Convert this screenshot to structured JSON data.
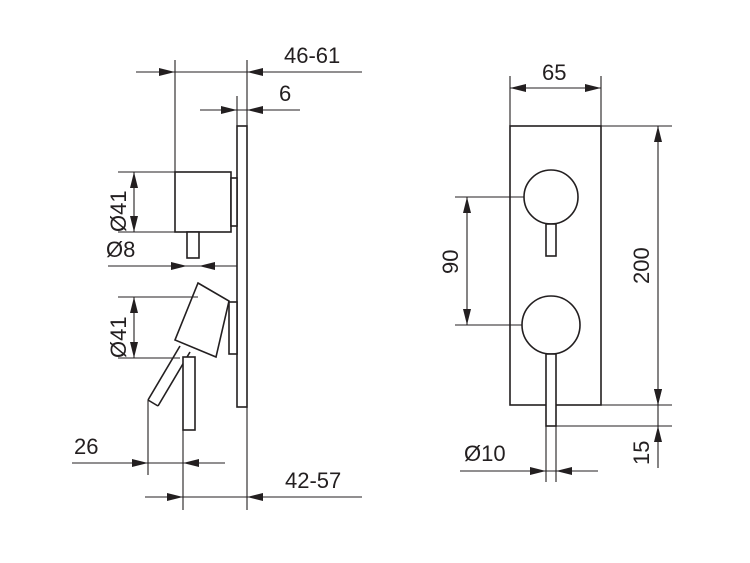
{
  "labels": {
    "side_depth_range": "46-61",
    "plate_thickness": "6",
    "upper_handle_diameter": "Ø41",
    "pin_diameter": "Ø8",
    "lower_handle_diameter": "Ø41",
    "lever_offset": "26",
    "lower_depth_range": "42-57",
    "plate_width": "65",
    "handle_spacing": "90",
    "plate_height": "200",
    "spout_diameter": "Ø10",
    "spout_extension": "15"
  }
}
